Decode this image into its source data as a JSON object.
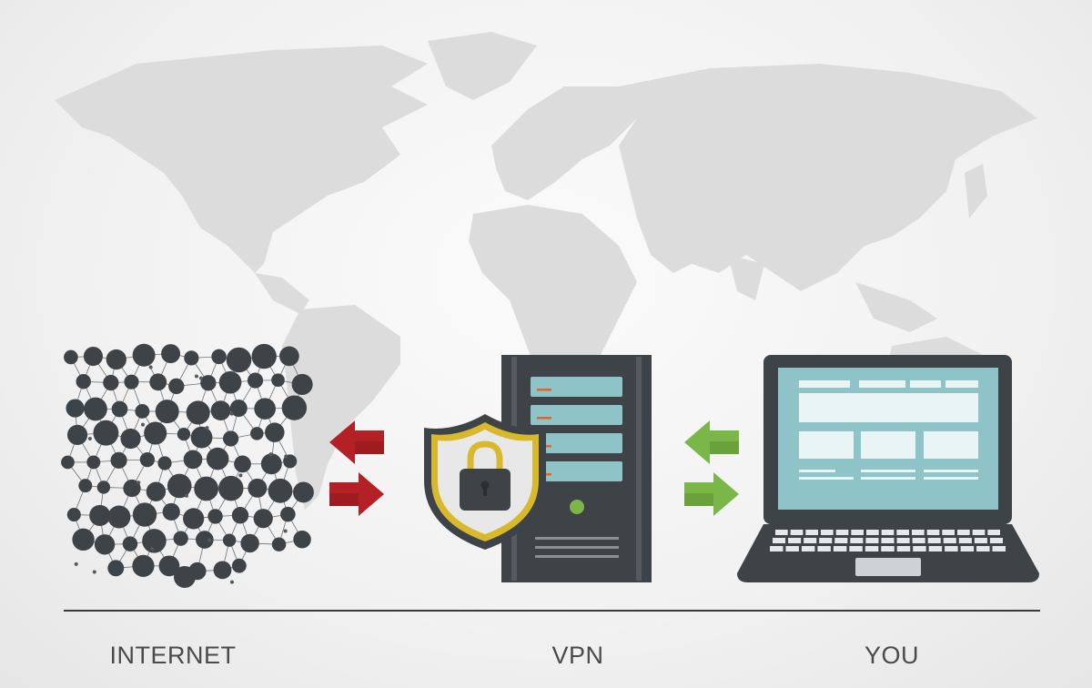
{
  "labels": {
    "internet": "INTERNET",
    "vpn": "VPN",
    "you": "YOU"
  },
  "colors": {
    "background": "#f1f1f1",
    "map": "#dcdcdc",
    "dark": "#3e4347",
    "server_panel": "#8ec3c8",
    "laptop_screen": "#8ec3c8",
    "arrow_red": "#b32025",
    "arrow_green": "#7ab648",
    "shield_gold": "#d8b92e",
    "shield_inner": "#e8e8e8",
    "led_green": "#7ab648",
    "server_accent": "#e0661f"
  },
  "icons": [
    "world-map",
    "network-cloud-icon",
    "shield-lock-icon",
    "server-icon",
    "laptop-icon"
  ]
}
